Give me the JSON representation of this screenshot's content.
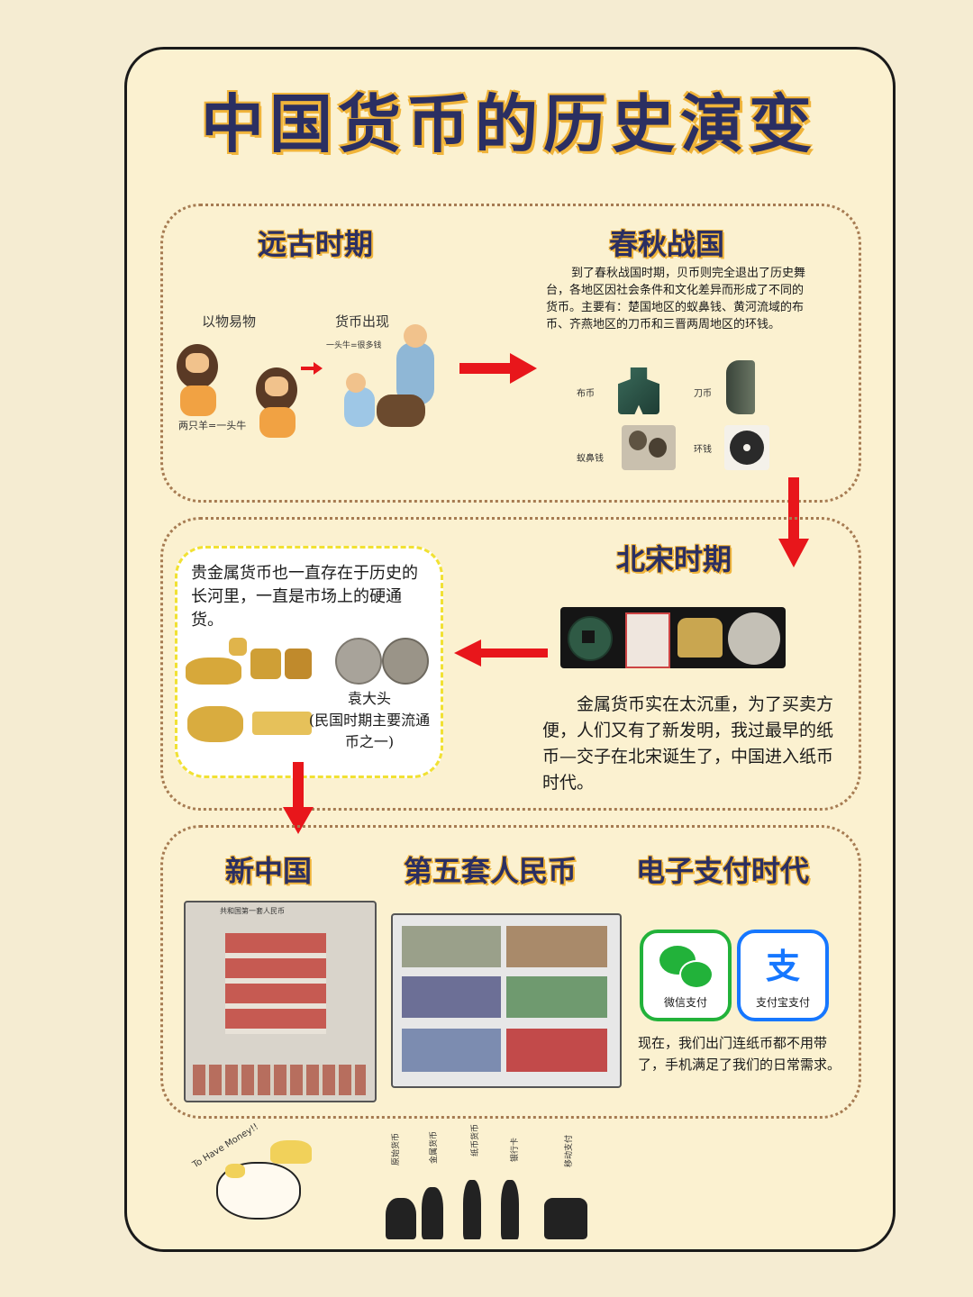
{
  "title": "中国货币的历史演变",
  "section1": {
    "heading": "远古时期",
    "barter_label": "以物易物",
    "barter_caption": "两只羊=一头牛",
    "currency_label": "货币出现",
    "currency_caption": "一头牛=很多钱"
  },
  "section2": {
    "heading": "春秋战国",
    "paragraph": "到了春秋战国时期，贝币则完全退出了历史舞台，各地区因社会条件和文化差异而形成了不同的货币。主要有：楚国地区的蚁鼻钱、黄河流域的布币、齐燕地区的刀币和三晋两周地区的环钱。",
    "labels": [
      "布币",
      "刀币",
      "蚁鼻钱",
      "环钱"
    ]
  },
  "section3": {
    "heading": "北宋时期",
    "paragraph": "金属货币实在太沉重，为了买卖方便，人们又有了新发明，我过最早的纸币—交子在北宋诞生了，中国进入纸币时代。",
    "metal_text": "贵金属货币也一直存在于历史的长河里，一直是市场上的硬通货。",
    "coin_caption": "袁大头\n(民国时期主要流通币之一)"
  },
  "section4": {
    "heading_new_china": "新中国",
    "heading_fifth": "第五套人民币",
    "heading_digital": "电子支付时代",
    "museum_caption": "共和国第一套人民币",
    "wechat_label": "微信支付",
    "alipay_label": "支付宝支付",
    "alipay_glyph": "支",
    "paragraph": "现在，我们出门连纸币都不用带了，手机满足了我们的日常需求。"
  },
  "footer": {
    "cat_text": "To Have Money!!",
    "evolution_labels": [
      "原始货币",
      "金属货币",
      "纸币货币",
      "银行卡",
      "移动支付"
    ]
  },
  "colors": {
    "background": "#f5ecd2",
    "card": "#fbf1d0",
    "title": "#2b2f62",
    "title_outline": "#f0b43a",
    "arrow": "#e8161b",
    "dotted_border": "#a67b52",
    "wechat": "#22b23a",
    "alipay": "#1677ff"
  },
  "icons": [
    "red-arrow-icon",
    "wechat-icon",
    "alipay-icon"
  ]
}
